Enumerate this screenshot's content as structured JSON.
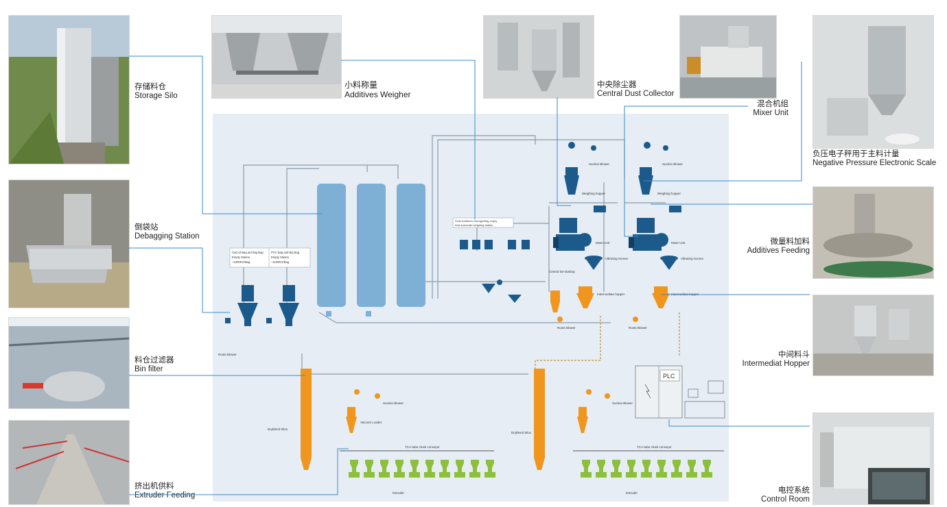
{
  "labels": {
    "storage_silo": {
      "cn": "存储料仓",
      "en": "Storage Silo"
    },
    "debagging_station": {
      "cn": "倒袋站",
      "en": "Debagging Station"
    },
    "bin_filter": {
      "cn": "料仓过滤器",
      "en": "Bin filter"
    },
    "extruder_feeding": {
      "cn": "挤出机供料",
      "en": "Extruder Feeding"
    },
    "additives_weigher": {
      "cn": "小料称量",
      "en": "Additives Weigher"
    },
    "central_dust_collector": {
      "cn": "中央除尘器",
      "en": "Central Dust Collector"
    },
    "mixer_unit": {
      "cn": "混合机组",
      "en": "Mixer Unit"
    },
    "negative_pressure_scale": {
      "cn": "负压电子秤用于主料计量",
      "en": "Negative Pressure Electronic Scale"
    },
    "additives_feeding": {
      "cn": "微量料加料",
      "en": "Additives Feeding"
    },
    "intermediate_hopper": {
      "cn": "中间料斗",
      "en": "Intermediat Hopper"
    },
    "control_room": {
      "cn": "电控系统",
      "en": "Control Room"
    }
  },
  "diagram": {
    "plc": "PLC",
    "caco3_station": [
      "CaCo3 Bag and Big Bag",
      "Empty Station",
      "~1000KG/Bag"
    ],
    "pvc_station": [
      "PVC Bag and Big Bag",
      "Empty Station",
      "~1100KG/Bag"
    ],
    "solid_additives": [
      "Solid Additives Storage/Bag empty",
      "And automatic weighing station"
    ],
    "suction_blower": "Suction Blower",
    "weighing_hopper": "Weighing hopper",
    "mixer_unit": "Mixer Unit",
    "vibrating_screen": "Vibrating Screen",
    "central_dedusting": "Central De-dusting",
    "intermediate_hopper": "Intermediate hopper",
    "roots_blower": "Roots Blower",
    "dryblend_silos": "Dryblend Silos",
    "vacuum_loader": "Vacuum Loader",
    "tca_conveyor": "TCA-tube chain conveyor",
    "extruder": "Extruder"
  },
  "colors": {
    "silo_blue": "#7eb0d6",
    "equipment_dark_blue": "#1d5a8c",
    "orange": "#f0961e",
    "green": "#8cbf3b",
    "panel_bg": "#e6edf4",
    "leader_line": "#3a8ac8"
  }
}
